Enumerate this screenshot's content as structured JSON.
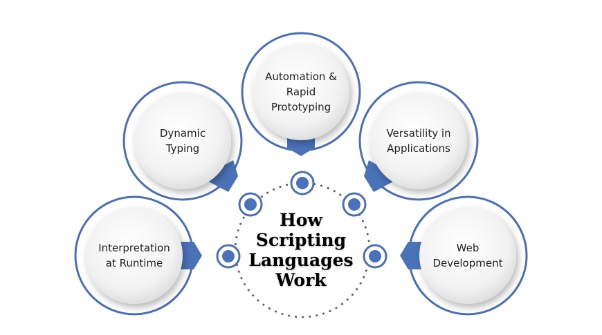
{
  "colors": {
    "accent": "#4a72b8",
    "ring": "#4a6fb5",
    "dot": "#5b5b5b",
    "circle_fill": "#eeeeee"
  },
  "center": {
    "title": "How\nScripting\nLanguages\nWork"
  },
  "nodes": [
    {
      "label": "Interpretation\nat Runtime"
    },
    {
      "label": "Dynamic\nTyping"
    },
    {
      "label": "Automation &\nRapid\nPrototyping"
    },
    {
      "label": "Versatility in\nApplications"
    },
    {
      "label": "Web\nDevelopment"
    }
  ]
}
